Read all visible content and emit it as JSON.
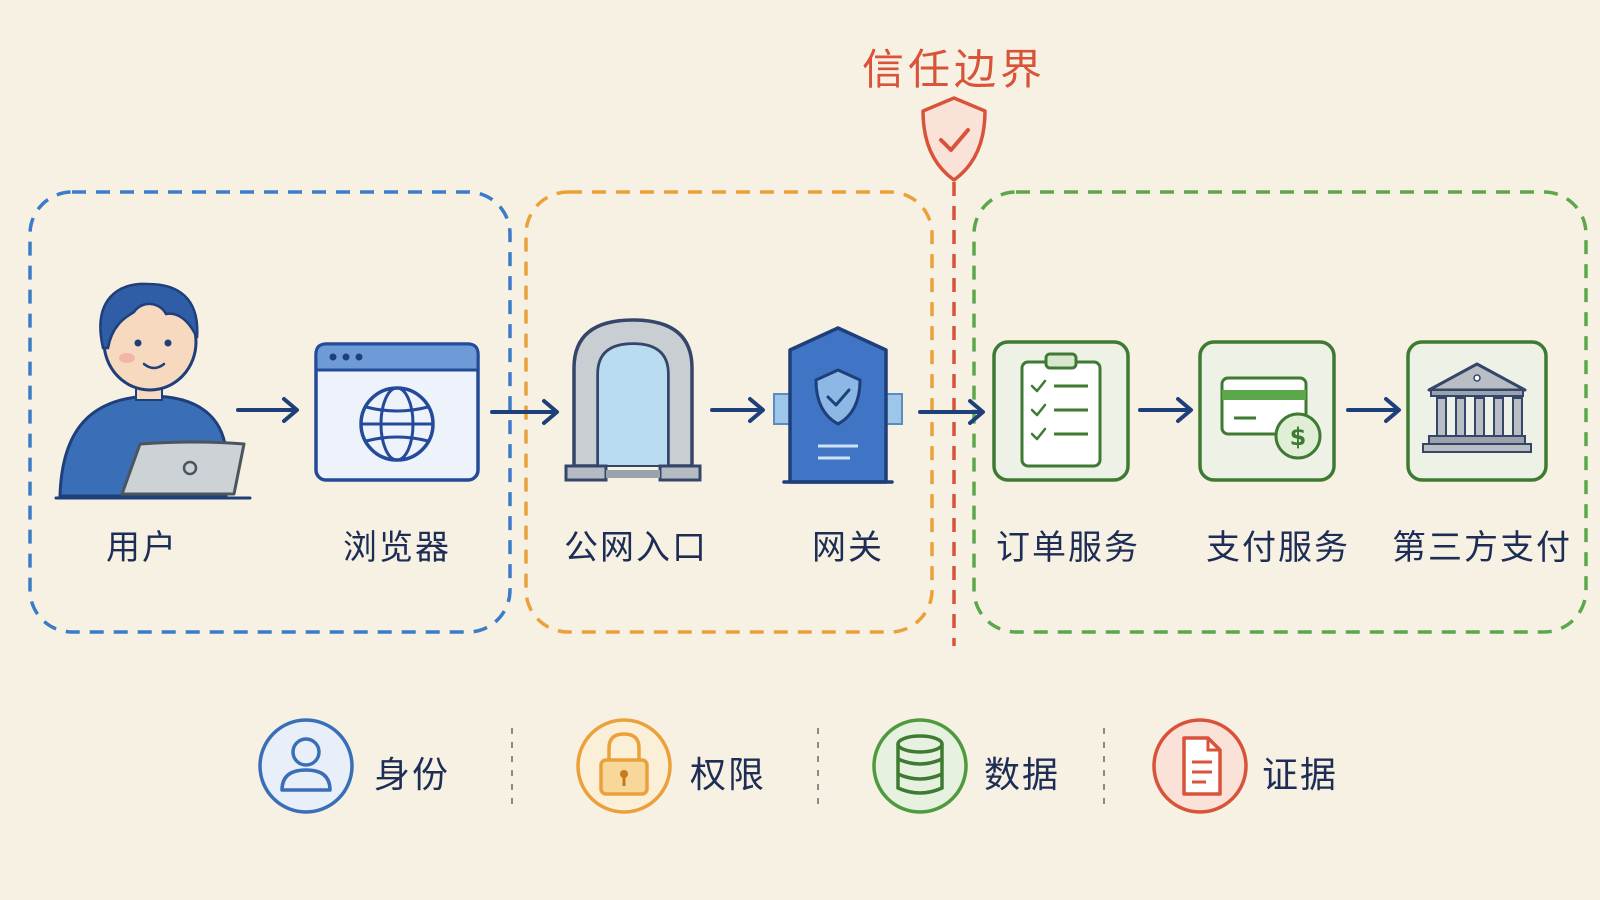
{
  "boundary": {
    "title": "信任边界",
    "icon": "shield-check-icon",
    "color": "#d9533a"
  },
  "zones": {
    "client": {
      "color": "#3a7cc7"
    },
    "edge": {
      "color": "#eba13a"
    },
    "internal": {
      "color": "#5aa84a"
    }
  },
  "nodes": {
    "user": {
      "label": "用户",
      "icon": "user-with-laptop-icon"
    },
    "browser": {
      "label": "浏览器",
      "icon": "browser-globe-icon"
    },
    "public_entry": {
      "label": "公网入口",
      "icon": "archway-icon"
    },
    "gateway": {
      "label": "网关",
      "icon": "gateway-shield-icon"
    },
    "order_service": {
      "label": "订单服务",
      "icon": "clipboard-checklist-icon"
    },
    "payment_service": {
      "label": "支付服务",
      "icon": "card-dollar-icon"
    },
    "third_party_payment": {
      "label": "第三方支付",
      "icon": "bank-icon"
    }
  },
  "legend": [
    {
      "label": "身份",
      "icon": "person-icon",
      "color": "#3a6fb8"
    },
    {
      "label": "权限",
      "icon": "lock-icon",
      "color": "#eba13a"
    },
    {
      "label": "数据",
      "icon": "database-icon",
      "color": "#4e9a3e"
    },
    {
      "label": "证据",
      "icon": "document-icon",
      "color": "#d9533a"
    }
  ]
}
